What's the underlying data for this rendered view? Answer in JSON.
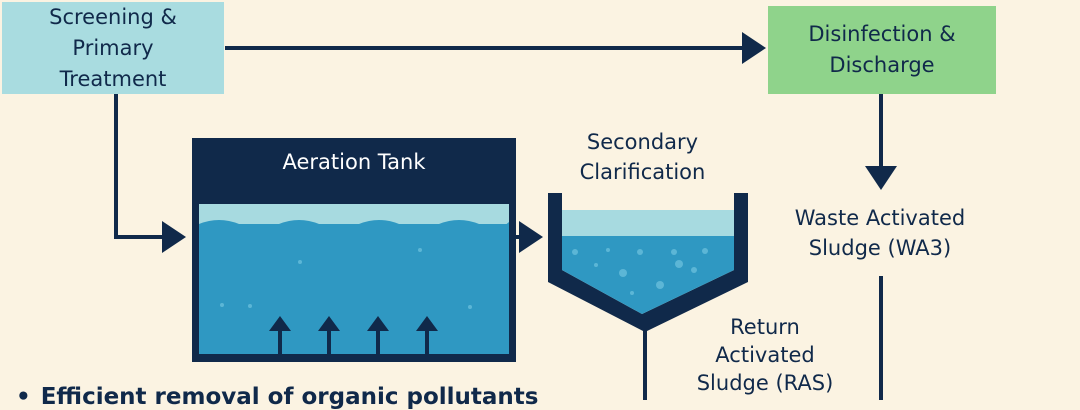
{
  "nodes": {
    "screening": "Screening & Primary Treatment",
    "disinfection": "Disinfection & Discharge",
    "aeration": "Aeration Tank",
    "clarification": "Secondary Clarification",
    "was": "Waste Activated Sludge (WA3)",
    "ras": "Return Activated Sludge (RAS)"
  },
  "bullets": [
    "Efficient removal of organic pollutants"
  ],
  "colors": {
    "navy": "#10294a",
    "screening": "#a9dce0",
    "disinfection": "#8fd38b",
    "water": "#2f98c2",
    "water_light": "#a7dae0",
    "background": "#fbf3e2"
  }
}
